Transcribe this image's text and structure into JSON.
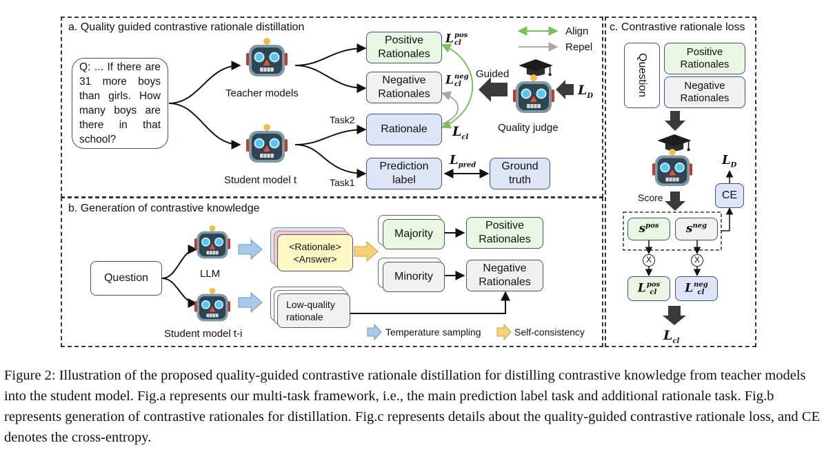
{
  "panel_a": {
    "title": "a. Quality guided contrastive rationale distillation",
    "question": "Q: ... If there are 31 more boys than girls. How many boys are there in that school?",
    "teacher_label": "Teacher models",
    "student_label": "Student model t",
    "positive_box": "Positive Rationales",
    "negative_box": "Negative Rationales",
    "rationale_box": "Rationale",
    "prediction_box": "Prediction label",
    "ground_truth_box": "Ground truth",
    "task2": "Task2",
    "task1": "Task1",
    "guided": "Guided",
    "quality_judge": "Quality judge",
    "legend_align": "Align",
    "legend_repel": "Repel",
    "loss_pos_base": "L",
    "loss_pos_sup": "pos",
    "loss_pos_sub": "cl",
    "loss_neg_base": "L",
    "loss_neg_sup": "neg",
    "loss_neg_sub": "cl",
    "loss_cl_base": "L",
    "loss_cl_sub": "cl",
    "loss_d_base": "L",
    "loss_d_sub": "D",
    "loss_pred_base": "L",
    "loss_pred_sub": "pred"
  },
  "panel_b": {
    "title": "b. Generation of contrastive knowledge",
    "question_box": "Question",
    "llm_label": "LLM",
    "student_label": "Student model t-i",
    "card_line1": "<Rationale>",
    "card_line2": "<Answer>",
    "majority_box": "Majority",
    "minority_box": "Minority",
    "positive_box": "Positive Rationales",
    "negative_box": "Negative Rationales",
    "low_quality_box": "Low-quality rationale",
    "legend_temp": "Temperature sampling",
    "legend_self": "Self-consistency"
  },
  "panel_c": {
    "title": "c. Contrastive rationale loss",
    "question_box": "Question",
    "positive_box": "Positive Rationales",
    "negative_box": "Negative Rationales",
    "score_label": "Score",
    "ce_box": "CE",
    "s_base": "s",
    "s_pos_sup": "pos",
    "s_neg_sup": "neg",
    "times_symbol": "X",
    "l_base": "L",
    "l_pos_sup": "pos",
    "l_neg_sup": "neg",
    "l_sub": "cl",
    "ld_base": "L",
    "ld_sub": "D",
    "lcl_base": "L",
    "lcl_sub": "cl"
  },
  "caption": "Figure 2: Illustration of the proposed quality-guided contrastive rationale distillation for distilling contrastive knowledge from teacher models into the student model. Fig.a represents our multi-task framework, i.e., the main prediction label task and additional rationale task. Fig.b represents generation of contrastive rationales for distillation. Fig.c represents details about the quality-guided contrastive rationale loss, and CE denotes the cross-entropy.",
  "colors": {
    "align_arrow": "#7cbf5a",
    "repel_arrow": "#a8a8a8",
    "temp_arrow": "#a9c9e8",
    "self_arrow": "#f7d27a",
    "robot_head": "#7f99a7",
    "robot_face": "#2e4653",
    "robot_eye": "#58c6ee",
    "robot_nose": "#e8513b",
    "robot_antenna": "#f0bf4d",
    "robot_ear": "#c23a2e"
  },
  "icons": [
    "robot-icon",
    "graduation-cap-icon",
    "align-arrow-icon",
    "repel-arrow-icon",
    "temperature-sampling-arrow-icon",
    "self-consistency-arrow-icon"
  ]
}
